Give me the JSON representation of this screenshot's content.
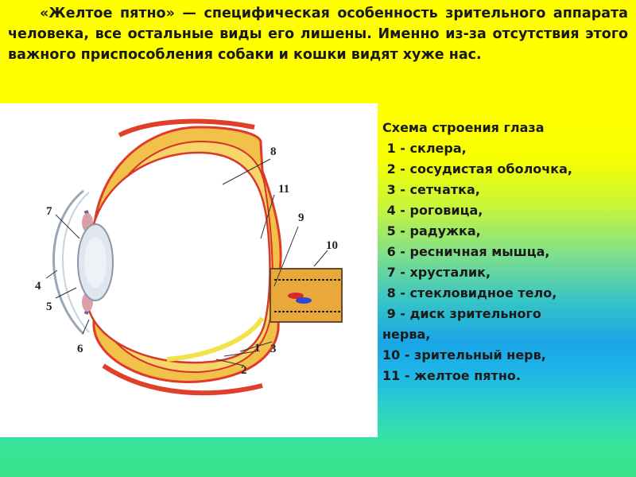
{
  "intro_text": "«Желтое пятно» — специфическая особенность зрительного аппарата человека, все остальные виды его лишены. Именно из-за отсутствия этого важного приспособления собаки и кошки видят хуже нас.",
  "legend": {
    "title": "Схема строения глаза",
    "items": [
      " 1 - склера,",
      " 2 - сосудистая оболочка,",
      " 3 - сетчатка,",
      " 4 - роговица,",
      " 5 - радужка,",
      " 6 - ресничная мышца,",
      " 7 - хрусталик,",
      " 8 - стекловидное тело,",
      " 9 - диск зрительного",
      "нерва,",
      "10 - зрительный нерв,",
      "11 - желтое пятно."
    ]
  },
  "diagram_labels": [
    "1",
    "2",
    "3",
    "4",
    "5",
    "6",
    "7",
    "8",
    "9",
    "10",
    "11"
  ]
}
